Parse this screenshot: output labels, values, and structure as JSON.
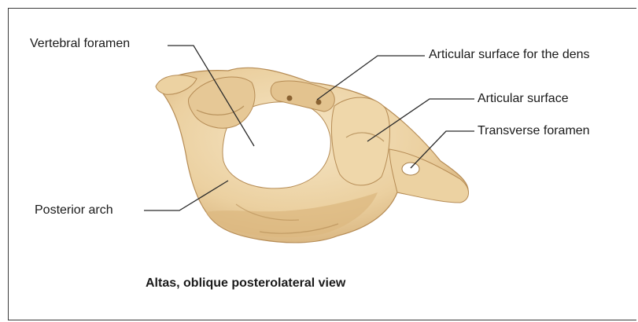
{
  "figure": {
    "caption": "Altas, oblique posterolateral view"
  },
  "labels": {
    "vertebral_foramen": "Vertebral foramen",
    "articular_surface_dens": "Articular surface for the dens",
    "articular_surface": "Articular surface",
    "transverse_foramen": "Transverse foramen",
    "posterior_arch": "Posterior arch"
  },
  "colors": {
    "bone_light": "#f1dcb4",
    "bone_mid": "#dfbd86",
    "bone_dark": "#a77d46",
    "leader_line": "#2b2b2b"
  }
}
